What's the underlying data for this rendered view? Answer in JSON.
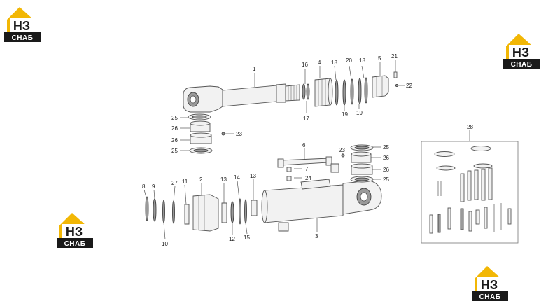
{
  "logo": {
    "main": "НЗ",
    "sub": "СНАБ",
    "color_accent": "#f2b705",
    "color_dark": "#1a1a1a"
  },
  "callouts": {
    "c1": "1",
    "c2": "2",
    "c3": "3",
    "c4": "4",
    "c5": "5",
    "c6": "6",
    "c7": "7",
    "c8": "8",
    "c9": "9",
    "c10": "10",
    "c11": "11",
    "c12": "12",
    "c13a": "13",
    "c13b": "13",
    "c14": "14",
    "c15": "15",
    "c16": "16",
    "c17": "17",
    "c18a": "18",
    "c18b": "18",
    "c19a": "19",
    "c19b": "19",
    "c20": "20",
    "c21": "21",
    "c22": "22",
    "c23a": "23",
    "c23b": "23",
    "c24": "24",
    "c25a": "25",
    "c25b": "25",
    "c25c": "25",
    "c25d": "25",
    "c26a": "26",
    "c26b": "26",
    "c26c": "26",
    "c26d": "26",
    "c27": "27",
    "c28": "28"
  }
}
